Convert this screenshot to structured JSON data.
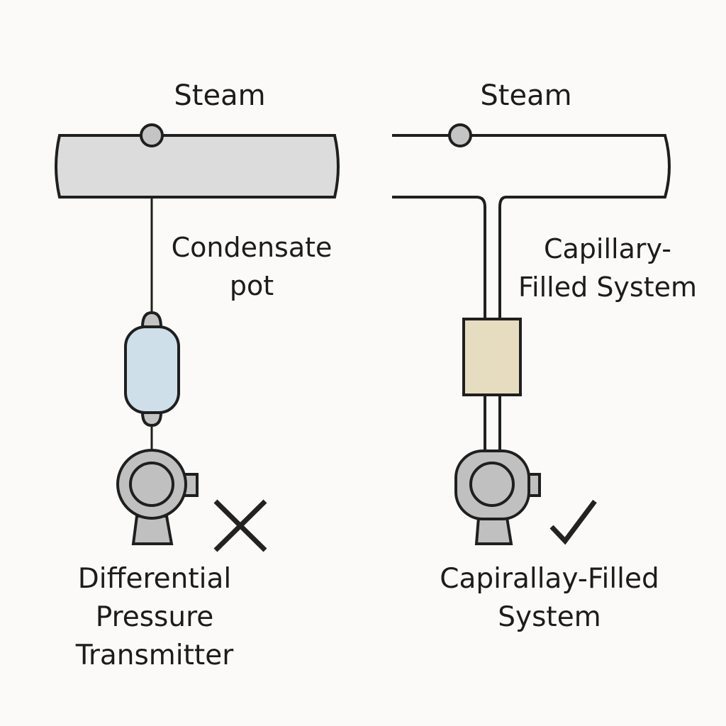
{
  "left_panel": {
    "title": "Steam",
    "annotation_lines": [
      "Condensate",
      "pot"
    ],
    "caption_lines": [
      "Differential",
      "Pressure",
      "Transmitter"
    ],
    "verdict": "incorrect",
    "verdict_icon": "cross-icon"
  },
  "right_panel": {
    "title": "Steam",
    "annotation_lines": [
      "Capillary-",
      "Filled System"
    ],
    "caption_lines": [
      "Capirallay-Filled",
      "System"
    ],
    "verdict": "correct",
    "verdict_icon": "checkmark-icon"
  },
  "colors": {
    "background": "#fbfaf8",
    "stroke": "#1f1f1f",
    "pipe_fill": "#dcdcdc",
    "tap_fill": "#c4c4c4",
    "pot_fill": "#cfdfe9",
    "seal_fill": "#e6dcc0",
    "transmitter_fill": "#c0c0c0"
  }
}
